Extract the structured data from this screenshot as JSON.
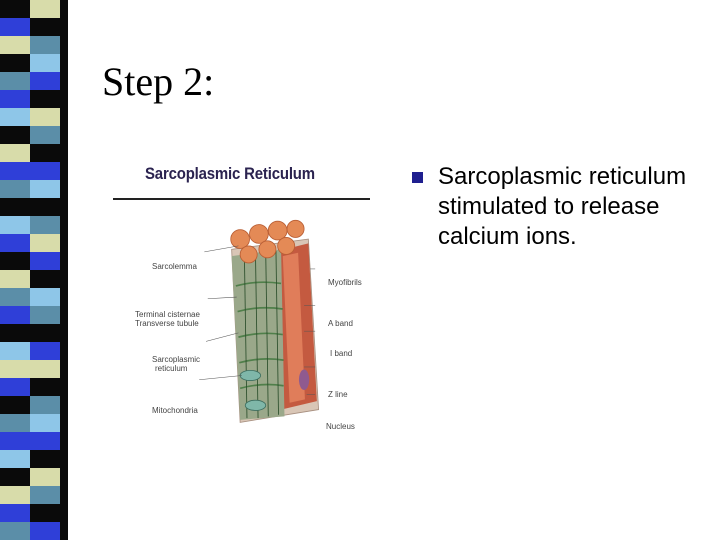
{
  "slide": {
    "title": "Step 2:",
    "figure": {
      "heading": "Sarcoplasmic Reticulum",
      "labels_left": {
        "sarcolemma": "Sarcolemma",
        "terminal_cisternae": "Terminal cisternae",
        "transverse_tubule": "Transverse tubule",
        "sr_line1": "Sarcoplasmic",
        "sr_line2": "reticulum",
        "mitochondria": "Mitochondria"
      },
      "labels_right": {
        "myofibrils": "Myofibrils",
        "a_band": "A band",
        "i_band": "I band",
        "z_line": "Z line",
        "nucleus": "Nucleus"
      }
    },
    "bullets": [
      "Sarcoplasmic reticulum stimulated to release calcium ions."
    ]
  },
  "colors": {
    "stripe_palette": [
      "#0a0a0a",
      "#2f3fd8",
      "#5b8ea8",
      "#d8dcaa",
      "#8ec6e8",
      "#ffffff"
    ],
    "bullet": "#1f1f8f"
  }
}
